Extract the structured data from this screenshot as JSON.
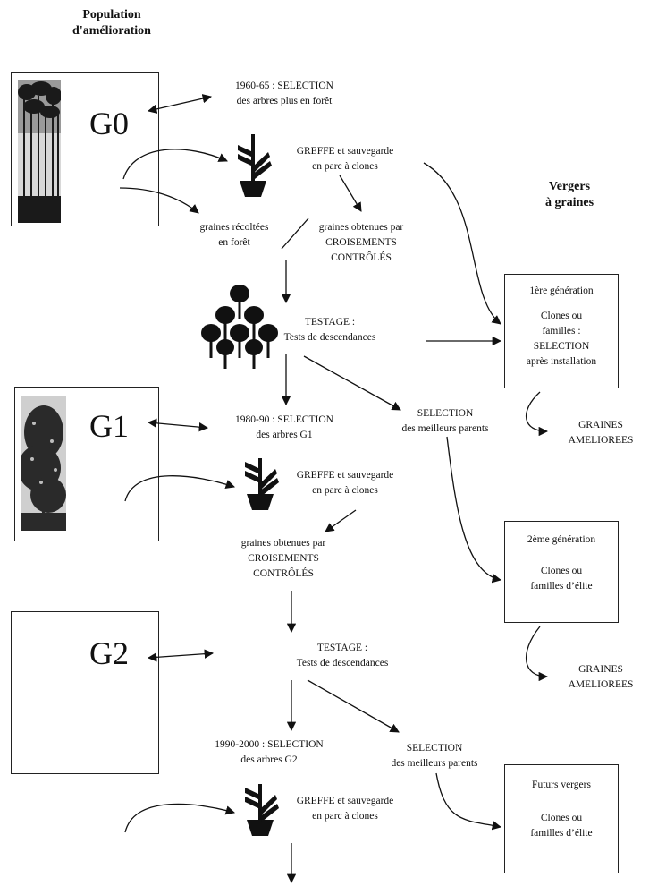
{
  "headers": {
    "population": [
      "Population",
      "d'amélioration"
    ],
    "vergers": [
      "Vergers",
      "à graines"
    ]
  },
  "generations": [
    "G0",
    "G1",
    "G2"
  ],
  "labels": {
    "sel_g0": [
      "1960-65 : SELECTION",
      "des arbres plus en forêt"
    ],
    "greffe": [
      "GREFFE et sauvegarde",
      "en parc à clones"
    ],
    "graines_recoltees": [
      "graines récoltées",
      "en forêt"
    ],
    "graines_obtenues_1": [
      "graines obtenues par",
      "CROISEMENTS",
      "CONTRÔLÉS"
    ],
    "testage": [
      "TESTAGE :",
      "Tests de descendances"
    ],
    "sel_g1": [
      "1980-90 : SELECTION",
      "des arbres G1"
    ],
    "sel_parents": [
      "SELECTION",
      "des meilleurs parents"
    ],
    "graines_obtenues_2": [
      "graines obtenues par",
      "CROISEMENTS",
      "CONTRÔLÉS"
    ],
    "sel_g2": [
      "1990-2000 : SELECTION",
      "des arbres G2"
    ],
    "graines_ameliorees": [
      "GRAINES",
      "AMELIOREES"
    ]
  },
  "vergers": {
    "v1": [
      "1ère génération",
      "",
      "Clones ou",
      "familles :",
      "SELECTION",
      "après installation"
    ],
    "v2": [
      "2ème génération",
      "",
      "Clones ou",
      "familles d’élite"
    ],
    "v3": [
      "Futurs vergers",
      "",
      "Clones ou",
      "familles d’élite"
    ]
  },
  "icons": [
    "pine-forest-photo",
    "pine-tree-photo",
    "graft-plant-icon",
    "tree-plantation-icon"
  ],
  "colors": {
    "ink": "#111111",
    "photo_dark": "#1a1a1a"
  }
}
